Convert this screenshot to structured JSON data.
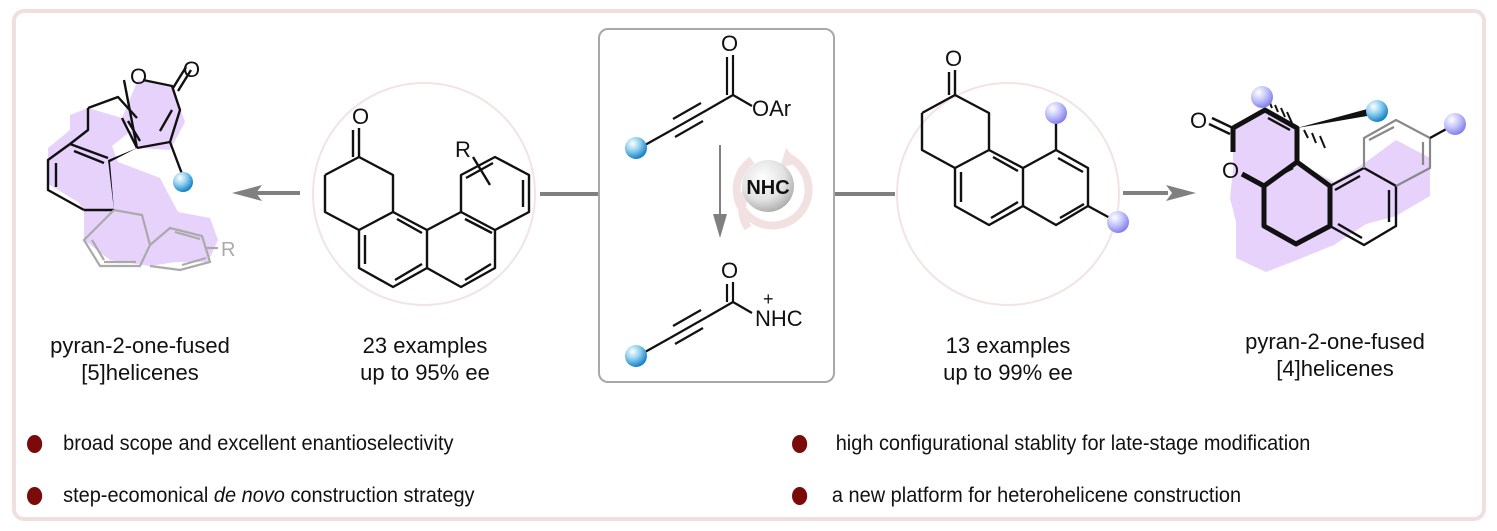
{
  "diagram": {
    "type": "reaction-scheme",
    "colors": {
      "frame_border": "#efdfdf",
      "helicene_fill": "#e6d2fa",
      "bullet": "#7b0b0b",
      "arrow": "#808080",
      "substituent_blue": "#1a8fd0",
      "substituent_lavender": "#8c8cf0",
      "circle_outline": "#efdcdc"
    },
    "left_product": {
      "line1": "pyran-2-one-fused",
      "line2": "[5]helicenes",
      "substituent_label": "R"
    },
    "left_substrate": {
      "examples": "23 examples",
      "ee": "up to 95% ee",
      "substituent_label": "R",
      "carbonyl_label": "O"
    },
    "catalyst_box": {
      "top_carbonyl": "O",
      "top_group": "OAr",
      "catalyst": "NHC",
      "bottom_carbonyl": "O",
      "bottom_charge": "+",
      "bottom_group": "NHC"
    },
    "right_substrate": {
      "examples": "13 examples",
      "ee": "up to 99% ee",
      "carbonyl_label": "O"
    },
    "right_product": {
      "line1": "pyran-2-one-fused",
      "line2": "[4]helicenes",
      "carbonyl_label": "O",
      "ring_oxygen": "O"
    },
    "pyranone_oxygen": "O",
    "features_left": [
      {
        "pre": "broad scope and excellent enantioselectivity",
        "italic": "",
        "post": ""
      },
      {
        "pre": "step-ecomonical ",
        "italic": "de novo",
        "post": " construction strategy"
      }
    ],
    "features_right": [
      {
        "text": "high configurational stablity for late-stage modification"
      },
      {
        "text": "a new platform for heterohelicene construction"
      }
    ]
  }
}
